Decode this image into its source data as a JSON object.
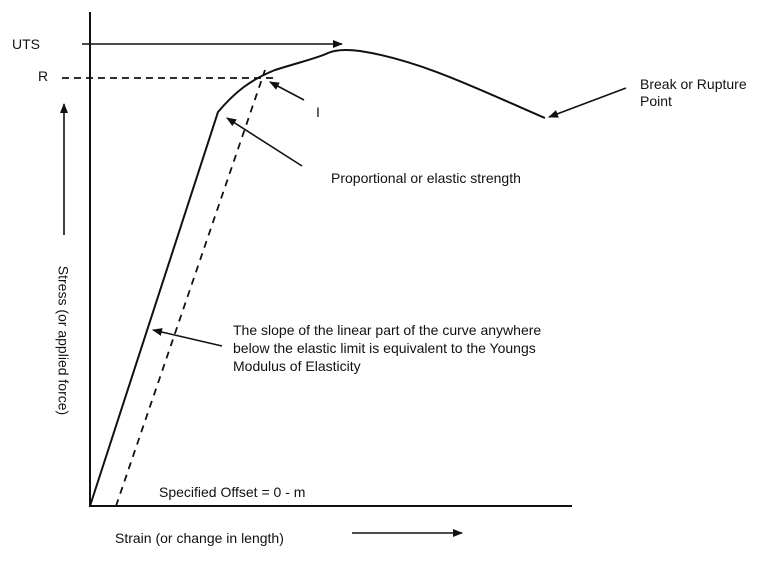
{
  "labels": {
    "uts": "UTS",
    "r": "R",
    "i": "I",
    "break_point": "Break or Rupture\nPoint",
    "proportional": "Proportional or elastic strength",
    "slope_note": "The slope of the linear part of the curve anywhere\nbelow the elastic limit is equivalent to the Youngs\nModulus of Elasticity",
    "offset": "Specified Offset = 0 - m",
    "y_axis": "Stress (or applied force)",
    "x_axis": "Strain (or change in length)"
  },
  "colors": {
    "line": "#111111",
    "background": "#ffffff"
  }
}
